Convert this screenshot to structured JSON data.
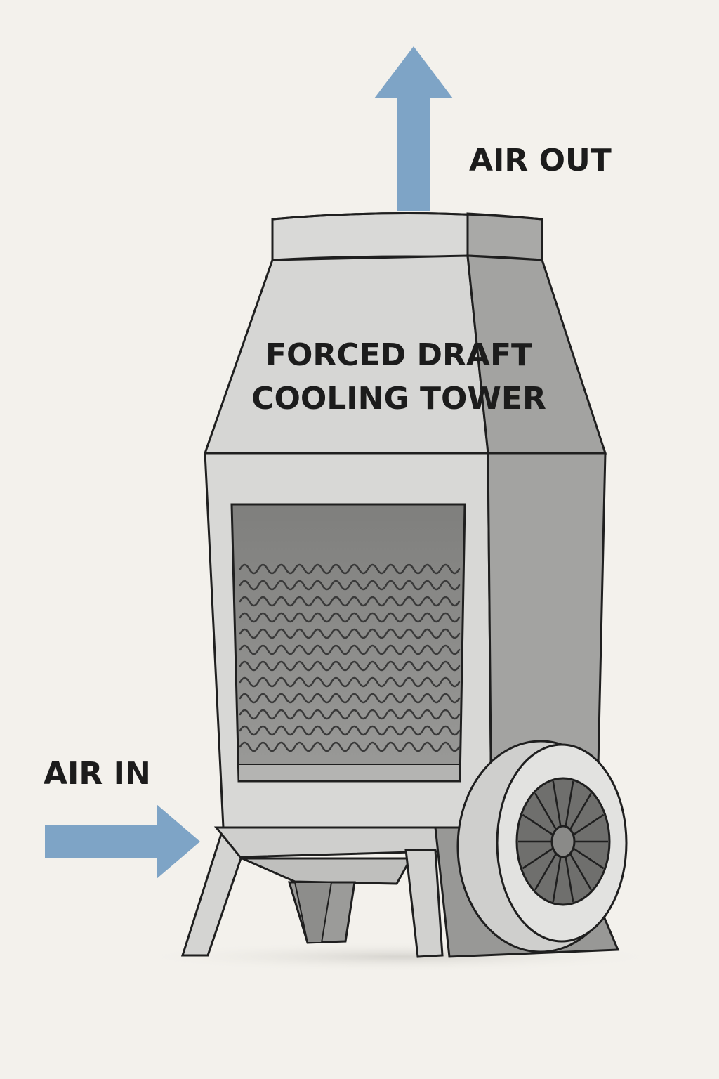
{
  "labels": {
    "air_out": "AIR OUT",
    "air_in": "AIR IN",
    "title_line1": "FORCED DRAFT",
    "title_line2": "COOLING TOWER"
  },
  "colors": {
    "background": "#f3f1ec",
    "arrow": "#7ea4c6",
    "outline": "#1f1f1f",
    "panel_light": "#dcdcda",
    "panel_dark": "#a8a8a6",
    "fill_media": "#8f8f8d"
  }
}
